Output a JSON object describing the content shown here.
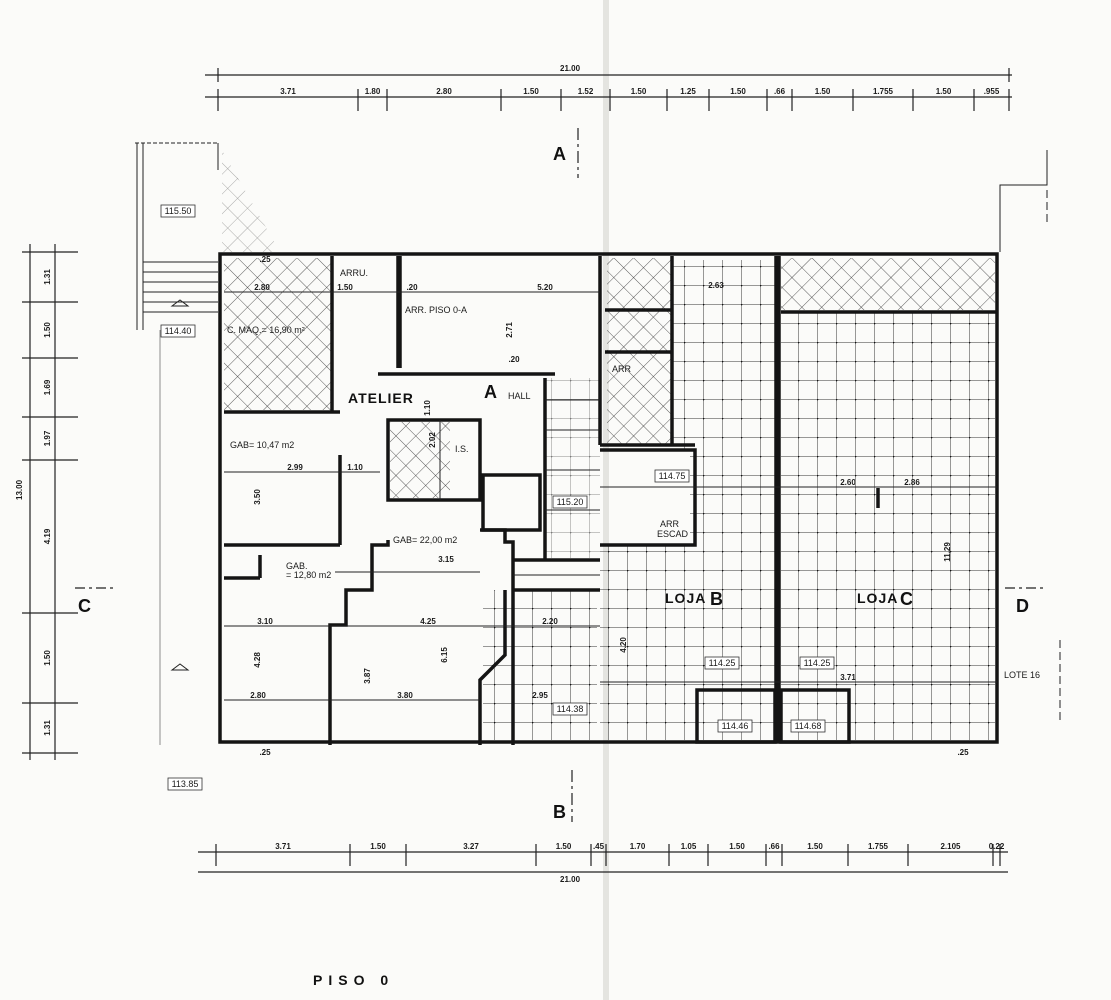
{
  "title": "PISO 0",
  "sections": {
    "a": "A",
    "b": "B",
    "c": "C",
    "d": "D"
  },
  "top_dimensions": {
    "overall": "21.00",
    "segments": [
      "3.71",
      "1.80",
      "2.80",
      "1.50",
      "1.52",
      "1.50",
      "1.25",
      "1.50",
      ".66",
      "1.50",
      "1.755",
      "1.50",
      ".955"
    ]
  },
  "bottom_dimensions": {
    "overall": "21.00",
    "segments": [
      "3.71",
      "1.50",
      "3.27",
      "1.50",
      ".45",
      "1.70",
      "1.05",
      "1.50",
      ".66",
      "1.50",
      "1.755",
      "2.105",
      "0.22"
    ]
  },
  "left_dimensions": {
    "overall": "13.00",
    "segments": [
      "1.31",
      "1.50",
      "1.69",
      "1.97",
      "4.19",
      "1.50",
      "1.31"
    ]
  },
  "rooms": {
    "atelier": "ATELIER",
    "hall": "HALL",
    "hall_mark": "A",
    "arru": "ARRU.",
    "arr_piso": "ARR. PISO 0-A",
    "c_maq": "C. MAQ.= 16,90 m²",
    "gab1": "GAB= 10,47 m2",
    "gab2": "GAB.",
    "gab2_area": "= 12,80 m2",
    "gab3": "GAB= 22,00 m2",
    "is": "I.S.",
    "arr_escad_1": "ARR",
    "arr_escad_2": "ESCAD",
    "arr_small": "ARR",
    "loja_b": "LOJA",
    "loja_b_mark": "B",
    "loja_c": "LOJA",
    "loja_c_mark": "C",
    "lote": "LOTE 16"
  },
  "elevations": [
    "115.50",
    "114.40",
    "113.85",
    "115.20",
    "114.75",
    "114.38",
    "114.25",
    "114.25",
    "114.46",
    "114.68"
  ],
  "interior_dimensions": [
    "2.80",
    "1.50",
    ".20",
    "5.20",
    "2.71",
    ".20",
    "1.10",
    "2.99",
    "1.10",
    "3.50",
    "3.15",
    "4.25",
    "6.15",
    "3.87",
    "3.80",
    "3.10",
    "4.28",
    "2.80",
    "2.20",
    "2.95",
    "2.63",
    "2.60",
    "2.86",
    "11.29",
    "4.20",
    "3.71",
    ".25",
    ".25",
    ".25",
    "2.02"
  ]
}
